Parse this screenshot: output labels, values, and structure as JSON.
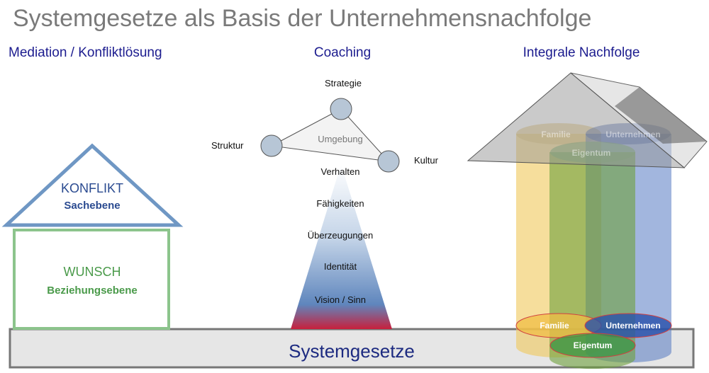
{
  "title": "Systemgesetze als Basis der Unternehmensnachfolge",
  "sections": {
    "mediation": {
      "heading": "Mediation / Konfliktlösung",
      "roof_title": "KONFLIKT",
      "roof_subtitle": "Sachebene",
      "body_title": "WUNSCH",
      "body_subtitle": "Beziehungsebene"
    },
    "coaching": {
      "heading": "Coaching",
      "nodes": {
        "top": "Strategie",
        "left": "Struktur",
        "right": "Kultur"
      },
      "center": "Umgebung",
      "levels": [
        "Verhalten",
        "Fähigkeiten",
        "Überzeugungen",
        "Identität",
        "Vision / Sinn"
      ]
    },
    "nachfolge": {
      "heading": "Integrale Nachfolge",
      "cylinders": [
        "Familie",
        "Unternehmen",
        "Eigentum"
      ]
    }
  },
  "base": {
    "label": "Systemgesetze"
  },
  "colors": {
    "heading": "#1c1c8f",
    "roof_blue": "#6f97c4",
    "wall_green": "#8cc48c",
    "familie": "#f0c85a",
    "eigentum": "#6ea03c",
    "unternehmen": "#4a6ebe"
  }
}
